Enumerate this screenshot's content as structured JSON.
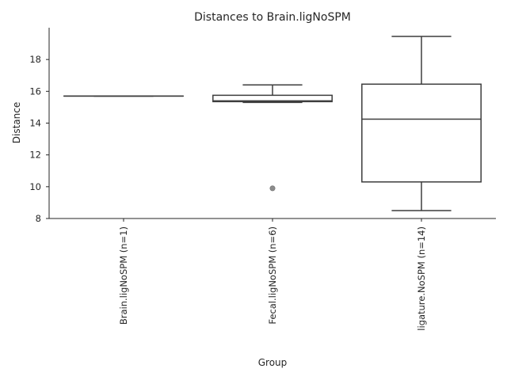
{
  "chart_data": {
    "type": "box",
    "title": "Distances to Brain.ligNoSPM",
    "xlabel": "Group",
    "ylabel": "Distance",
    "ylim": [
      8,
      20
    ],
    "yticks": [
      8,
      10,
      12,
      14,
      16,
      18
    ],
    "grid": false,
    "categories": [
      "Brain.ligNoSPM (n=1)",
      "Fecal.ligNoSPM (n=6)",
      "ligature.NoSPM (n=14)"
    ],
    "boxes": [
      {
        "category": "Brain.ligNoSPM (n=1)",
        "whisker_low": 15.7,
        "q1": 15.7,
        "median": 15.7,
        "q3": 15.7,
        "whisker_high": 15.7,
        "outliers": []
      },
      {
        "category": "Fecal.ligNoSPM (n=6)",
        "whisker_low": 15.3,
        "q1": 15.35,
        "median": 15.4,
        "q3": 15.75,
        "whisker_high": 16.4,
        "outliers": [
          9.9
        ]
      },
      {
        "category": "ligature.NoSPM (n=14)",
        "whisker_low": 8.5,
        "q1": 10.3,
        "median": 14.25,
        "q3": 16.45,
        "whisker_high": 19.45,
        "outliers": []
      }
    ],
    "colors": {
      "box_edge": "#3d3d3d",
      "box_face": "#ffffff",
      "outlier": "#8c8c8c",
      "axis": "#262626"
    }
  }
}
